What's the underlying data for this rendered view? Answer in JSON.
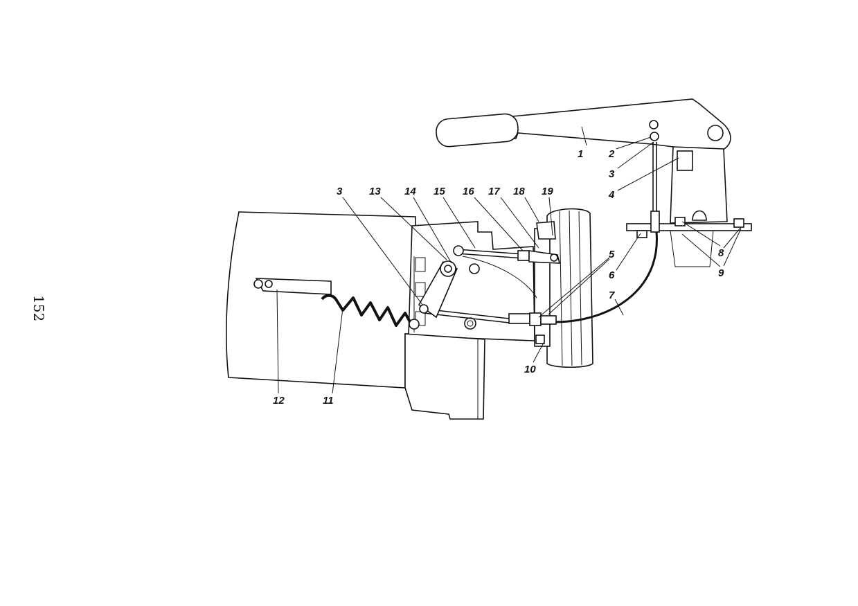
{
  "page_number": "152",
  "callouts": {
    "c1": "1",
    "c2": "2",
    "c3a": "3",
    "c3b": "3",
    "c4": "4",
    "c5": "5",
    "c6": "6",
    "c7": "7",
    "c8": "8",
    "c9": "9",
    "c10": "10",
    "c11": "11",
    "c12": "12",
    "c13": "13",
    "c14": "14",
    "c15": "15",
    "c16": "16",
    "c17": "17",
    "c18": "18",
    "c19": "19"
  }
}
